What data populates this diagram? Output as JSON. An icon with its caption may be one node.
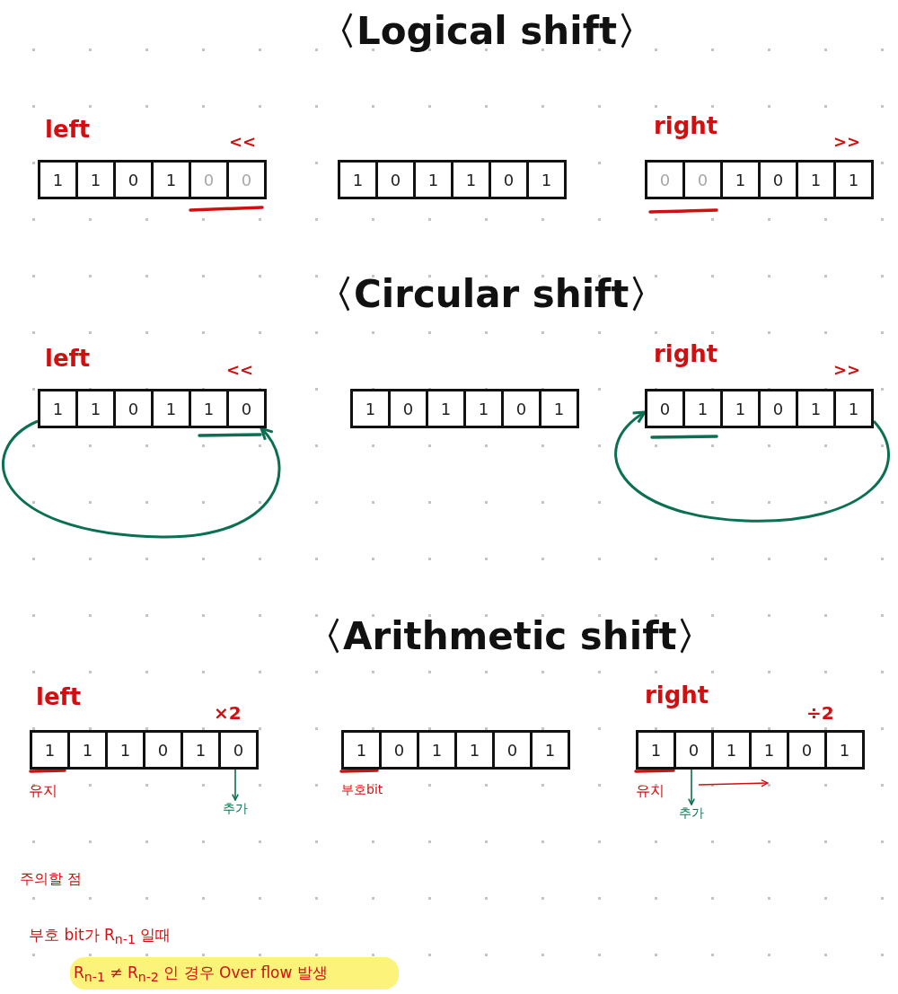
{
  "diagram": {
    "nodes": [
      {
        "text": [
          "1"
        ]
      },
      {
        "text": [
          "1"
        ]
      },
      {
        "text": [
          "0"
        ]
      },
      {
        "text": [
          "1"
        ]
      },
      {
        "text": [
          "0"
        ]
      },
      {
        "text": [
          "0"
        ]
      },
      {
        "text": [
          "1"
        ]
      },
      {
        "text": [
          "0"
        ]
      },
      {
        "text": [
          "1"
        ]
      },
      {
        "text": [
          "1"
        ]
      },
      {
        "text": [
          "0"
        ]
      },
      {
        "text": [
          "1"
        ]
      },
      {
        "text": [
          "0"
        ]
      },
      {
        "text": [
          "0"
        ]
      },
      {
        "text": [
          "1"
        ]
      },
      {
        "text": [
          "0"
        ]
      },
      {
        "text": [
          "1"
        ]
      },
      {
        "text": [
          "1"
        ]
      },
      {
        "text": [
          "1"
        ]
      },
      {
        "text": [
          "1"
        ]
      },
      {
        "text": [
          "0"
        ]
      },
      {
        "text": [
          "1"
        ]
      },
      {
        "text": [
          "1"
        ]
      },
      {
        "text": [
          "0"
        ]
      },
      {
        "text": [
          "1"
        ]
      },
      {
        "text": [
          "0"
        ]
      },
      {
        "text": [
          "1"
        ]
      },
      {
        "text": [
          "1"
        ]
      },
      {
        "text": [
          "0"
        ]
      },
      {
        "text": [
          "1"
        ]
      },
      {
        "text": [
          "0"
        ]
      },
      {
        "text": [
          "1"
        ]
      },
      {
        "text": [
          "1"
        ]
      },
      {
        "text": [
          "0"
        ]
      },
      {
        "text": [
          "1"
        ]
      },
      {
        "text": [
          "1"
        ]
      },
      {
        "text": [
          "1"
        ]
      },
      {
        "text": [
          "1"
        ]
      },
      {
        "text": [
          "1"
        ]
      },
      {
        "text": [
          "0"
        ]
      },
      {
        "text": [
          "1"
        ]
      },
      {
        "text": [
          "0"
        ]
      },
      {
        "text": [
          "1"
        ]
      },
      {
        "text": [
          "0"
        ]
      },
      {
        "text": [
          "1"
        ]
      },
      {
        "text": [
          "1"
        ]
      },
      {
        "text": [
          "0"
        ]
      },
      {
        "text": [
          "1"
        ]
      },
      {
        "text": [
          "1"
        ]
      },
      {
        "text": [
          "0"
        ]
      },
      {
        "text": [
          "1"
        ]
      },
      {
        "text": [
          "1"
        ]
      },
      {
        "text": [
          "0"
        ]
      },
      {
        "text": [
          "1"
        ]
      },
      {
        "text": [
          "추가"
        ]
      },
      {
        "text": [
          "추가"
        ]
      }
    ],
    "edges": [
      {
        "from": 18,
        "to": 23,
        "arrow": "to"
      },
      {
        "from": 35,
        "to": 30,
        "arrow": "to"
      },
      {
        "from": 41,
        "to": 54,
        "arrow": "to"
      },
      {
        "from": 49,
        "to": 55,
        "arrow": "to"
      }
    ],
    "labels": [
      "〈Logical shift〉",
      "left",
      "<<",
      "right",
      ">>",
      "〈Circular shift〉",
      "left",
      "<<",
      "right",
      ">>",
      "〈Arithmetic shift〉",
      "left",
      "×2",
      "right",
      "÷2",
      "유지",
      "부호bit",
      "유지",
      "주의할 점",
      "부호 bit가 R$_{n-1}$ 일때",
      "R$_{n-1}$ ≠ R$_{n-2}$ 인 경우 Over flow 발생"
    ]
  }
}
